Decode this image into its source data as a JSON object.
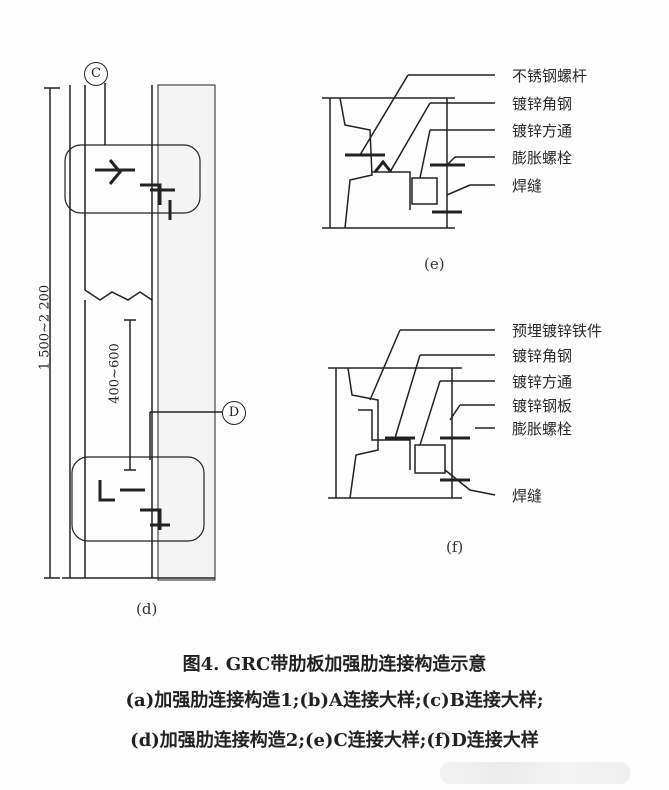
{
  "figure_d": {
    "callout_c": "C",
    "callout_d": "D",
    "dim_total": "1 500~2 200",
    "dim_inner": "400~600",
    "label": "(d)"
  },
  "figure_e": {
    "labels": [
      "不锈钢螺杆",
      "镀锌角钢",
      "镀锌方通",
      "膨胀螺栓",
      "焊缝"
    ],
    "label": "(e)"
  },
  "figure_f": {
    "labels": [
      "预埋镀锌铁件",
      "镀锌角钢",
      "镀锌方通",
      "镀锌钢板",
      "膨胀螺栓",
      "焊缝"
    ],
    "label": "(f)"
  },
  "caption": {
    "title": "图4. GRC带肋板加强肋连接构造示意",
    "line1": "(a)加强肋连接构造1;(b)A连接大样;(c)B连接大样;",
    "line2": "(d)加强肋连接构造2;(e)C连接大样;(f)D连接大样"
  }
}
